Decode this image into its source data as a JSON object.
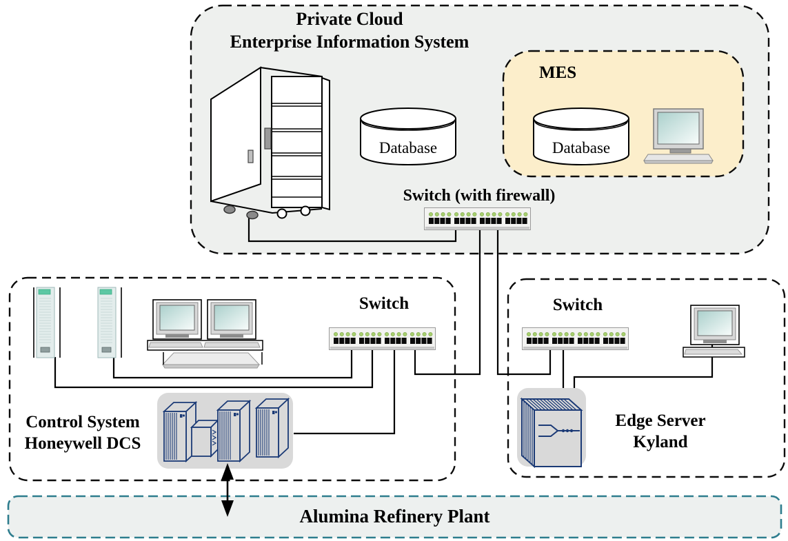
{
  "cloud_section": {
    "title_line1": "Private Cloud",
    "title_line2": "Enterprise Information System",
    "database_label": "Database",
    "switch_label": "Switch (with firewall)",
    "mes": {
      "title": "MES",
      "database_label": "Database"
    }
  },
  "control_section": {
    "switch_label": "Switch",
    "system_line1": "Control System",
    "system_line2": "Honeywell DCS"
  },
  "edge_section": {
    "switch_label": "Switch",
    "server_line1": "Edge Server",
    "server_line2": "Kyland"
  },
  "plant_bar": {
    "label": "Alumina Refinery Plant"
  },
  "colors": {
    "cloud_fill": "#eef0ee",
    "mes_fill": "#fceecb",
    "section_border": "#0b0b0b",
    "plant_border": "#2e7d8e",
    "plant_fill": "#edf0ef",
    "device_navy": "#1b3a76",
    "led_green": "#a8cf6e"
  }
}
